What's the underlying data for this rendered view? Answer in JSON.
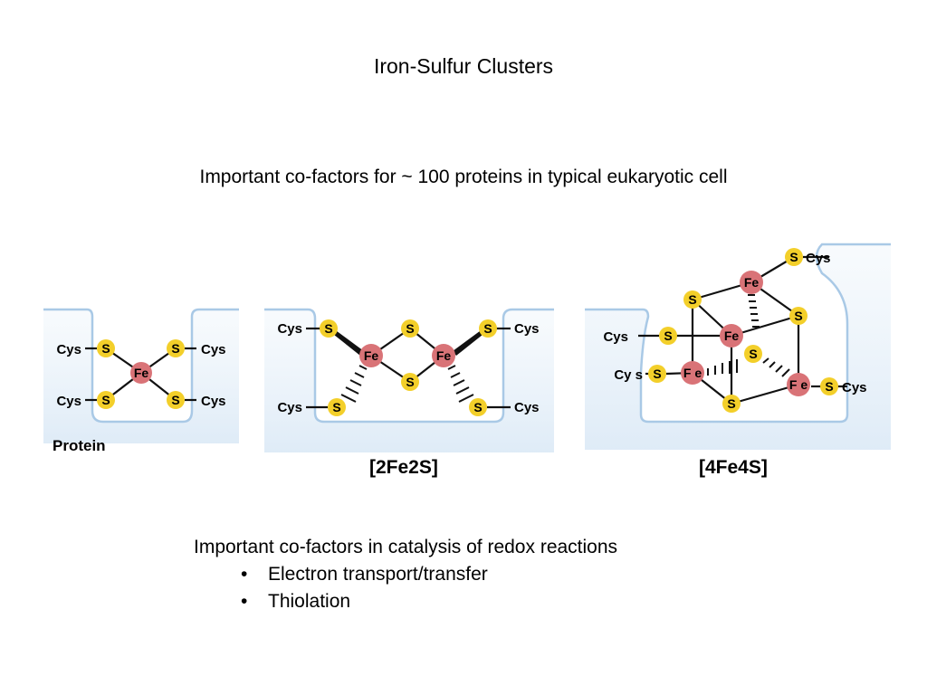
{
  "title": "Iron-Sulfur Clusters",
  "subtitle": "Important co-factors for ~ 100 proteins in typical eukaryotic cell",
  "colors": {
    "fe": "#d97377",
    "s": "#f3cf2a",
    "protein_outline": "#a9c9e6",
    "protein_fill": "#eef5fb",
    "bond": "#111111"
  },
  "figures": {
    "rubredoxin": {
      "cys_tl": "Cys",
      "s_tl": "S",
      "s_tr": "S",
      "cys_tr": "Cys",
      "fe": "Fe",
      "cys_bl": "Cys",
      "s_bl": "S",
      "s_br": "S",
      "cys_br": "Cys",
      "protein_label": "Protein"
    },
    "fe2s2": {
      "cys_tl": "Cys",
      "s_tl": "S",
      "s_tm": "S",
      "s_tr": "S",
      "cys_tr": "Cys",
      "fe_l": "Fe",
      "fe_r": "Fe",
      "s_bm": "S",
      "cys_bl": "Cys",
      "s_bl": "S",
      "s_br": "S",
      "cys_br": "Cys",
      "caption": "[2Fe2S]"
    },
    "fe4s4": {
      "s_top": "S",
      "cys_top": "Cys",
      "fe_top": "Fe",
      "s_ul": "S",
      "s_ur": "S",
      "cys_l1": "Cys",
      "s_l1": "S",
      "fe_mid": "Fe",
      "s_center": "S",
      "cys_l2": "Cy s",
      "s_l2": "S",
      "fe_left": "F e",
      "fe_right": "F e",
      "s_r": "S",
      "cys_r": "Cys",
      "s_bottom": "S",
      "caption": "[4Fe4S]"
    }
  },
  "redox": {
    "heading": "Important co-factors in catalysis of redox reactions",
    "bullet_symbol": "•",
    "items": [
      "Electron transport/transfer",
      "Thiolation"
    ]
  }
}
